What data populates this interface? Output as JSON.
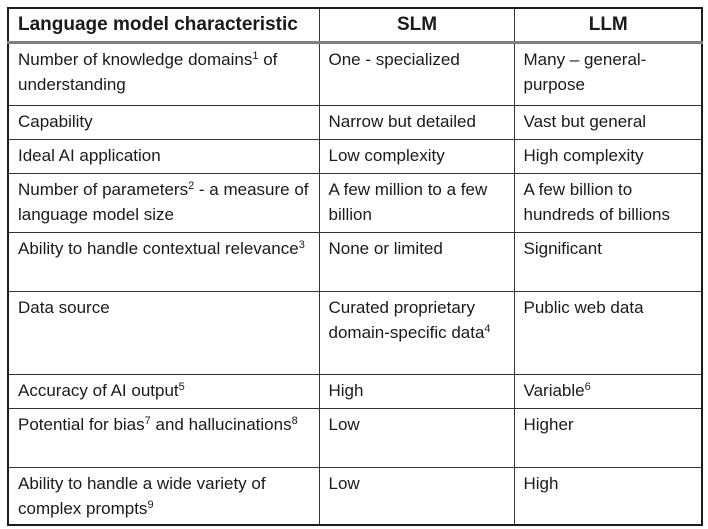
{
  "table": {
    "columns": [
      {
        "label": "Language model characteristic"
      },
      {
        "label": "SLM"
      },
      {
        "label": "LLM"
      }
    ],
    "rows": [
      {
        "characteristic": "Number of knowledge domains{1} of understanding",
        "slm": "One - specialized",
        "llm": "Many – general-purpose"
      },
      {
        "characteristic": "Capability",
        "slm": "Narrow but detailed",
        "llm": "Vast but general"
      },
      {
        "characteristic": "Ideal AI application",
        "slm": "Low complexity",
        "llm": "High complexity"
      },
      {
        "characteristic": "Number of parameters{2} - a measure of language model size",
        "slm": "A few million to a few billion",
        "llm": "A few billion to hundreds of billions"
      },
      {
        "characteristic": "Ability to handle contextual relevance{3}",
        "slm": "None or limited",
        "llm": "Significant"
      },
      {
        "characteristic": "Data source",
        "slm": "Curated proprietary domain-specific data{4}",
        "llm": "Public web data"
      },
      {
        "characteristic": "Accuracy of AI output{5}",
        "slm": "High",
        "llm": "Variable{6}"
      },
      {
        "characteristic": "Potential for bias{7} and hallucinations{8}",
        "slm": "Low",
        "llm": "Higher"
      },
      {
        "characteristic": "Ability to handle a wide variety of complex prompts{9}",
        "slm": "Low",
        "llm": "High"
      }
    ],
    "footnote_markers": [
      "1",
      "2",
      "3",
      "4",
      "5",
      "6",
      "7",
      "8",
      "9"
    ],
    "colors": {
      "background": "#ffffff",
      "text": "#1a1a1a",
      "outer_border": "#1c1c1c",
      "grid_lines": "#333333",
      "header_separator": "#7f7f7f"
    }
  }
}
